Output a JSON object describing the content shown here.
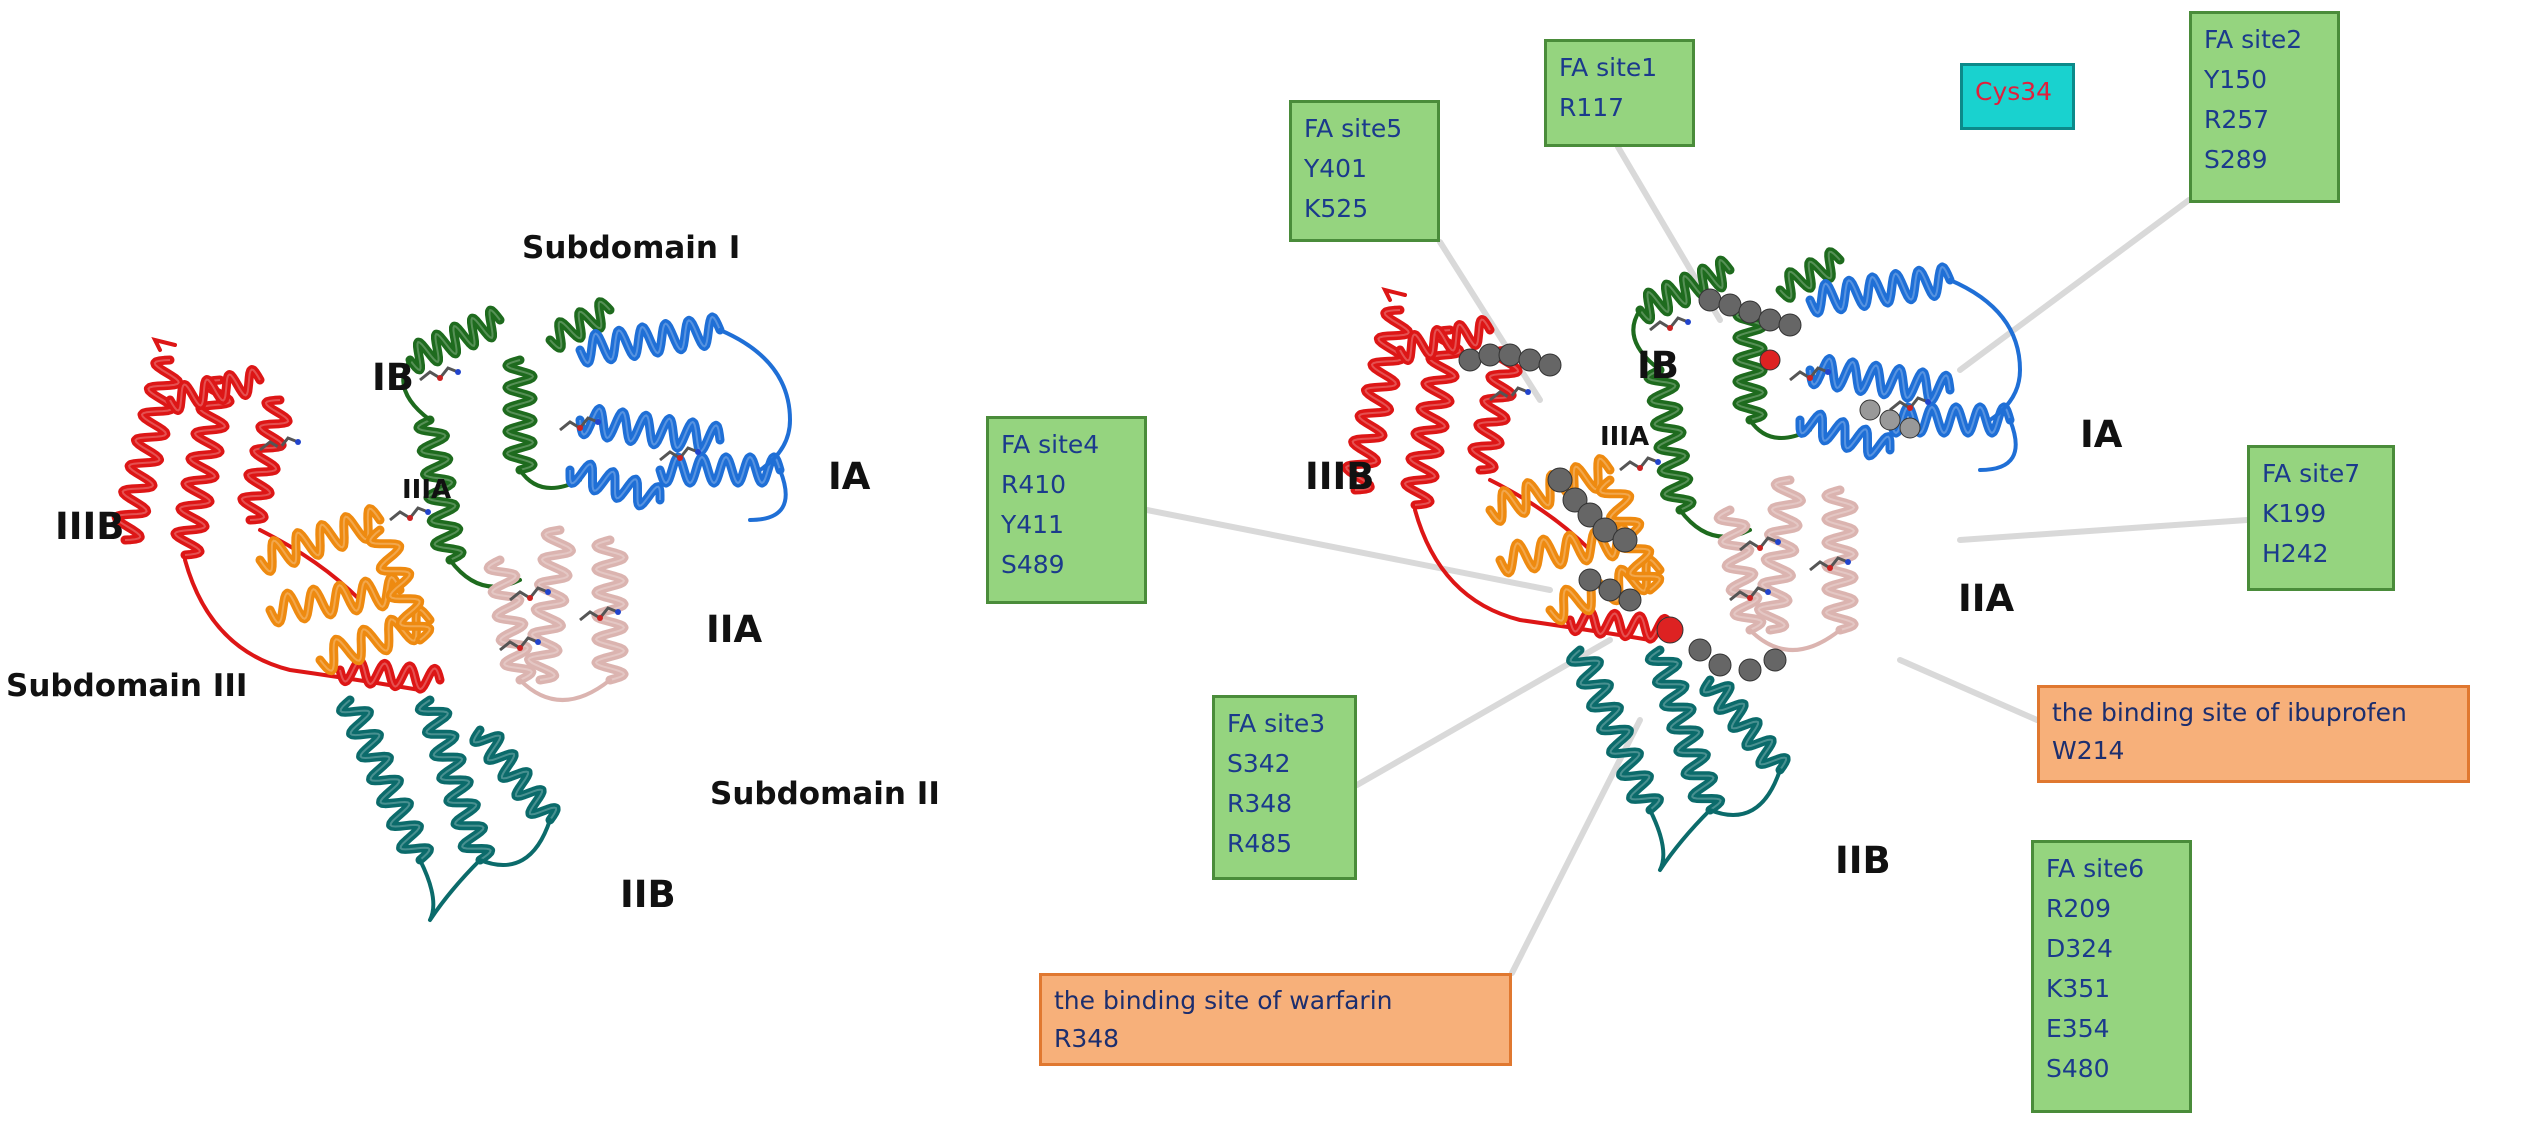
{
  "left_panel": {
    "subdomains": [
      "Subdomain I",
      "Subdomain II",
      "Subdomain III"
    ],
    "domains": [
      "IA",
      "IB",
      "IIA",
      "IIB",
      "IIIA",
      "IIIB"
    ]
  },
  "right_panel": {
    "domains": [
      "IA",
      "IB",
      "IIA",
      "IIB",
      "IIIA",
      "IIIB"
    ],
    "cys_label": "Cys34",
    "fa_sites": [
      {
        "title": "FA site1",
        "residues": [
          "R117"
        ]
      },
      {
        "title": "FA site2",
        "residues": [
          "Y150",
          "R257",
          "S289"
        ]
      },
      {
        "title": "FA site3",
        "residues": [
          "S342",
          "R348",
          "R485"
        ]
      },
      {
        "title": "FA site4",
        "residues": [
          "R410",
          "Y411",
          "S489"
        ]
      },
      {
        "title": "FA site5",
        "residues": [
          "Y401",
          "K525"
        ]
      },
      {
        "title": "FA site6",
        "residues": [
          "R209",
          "D324",
          "K351",
          "E354",
          "S480"
        ]
      },
      {
        "title": "FA site7",
        "residues": [
          "K199",
          "H242"
        ]
      }
    ],
    "drug_sites": [
      {
        "title": "the binding site of ibuprofen",
        "residues": [
          "W214"
        ]
      },
      {
        "title": "the binding site of warfarin",
        "residues": [
          "R348"
        ]
      }
    ]
  },
  "colors": {
    "IA": "#1f6fd6",
    "IB": "#1e6b1e",
    "IIA": "#dbb4b0",
    "IIB": "#0b6b6b",
    "IIIA": "#ee8a10",
    "IIIB": "#dd1616",
    "ligand": "#666666",
    "box_fill": "#95d47f",
    "box_border": "#4a8c3a",
    "drug_fill": "#f7b07a",
    "drug_border": "#e07830",
    "cys_fill": "#19d2cf",
    "cys_text": "#e0203c"
  }
}
